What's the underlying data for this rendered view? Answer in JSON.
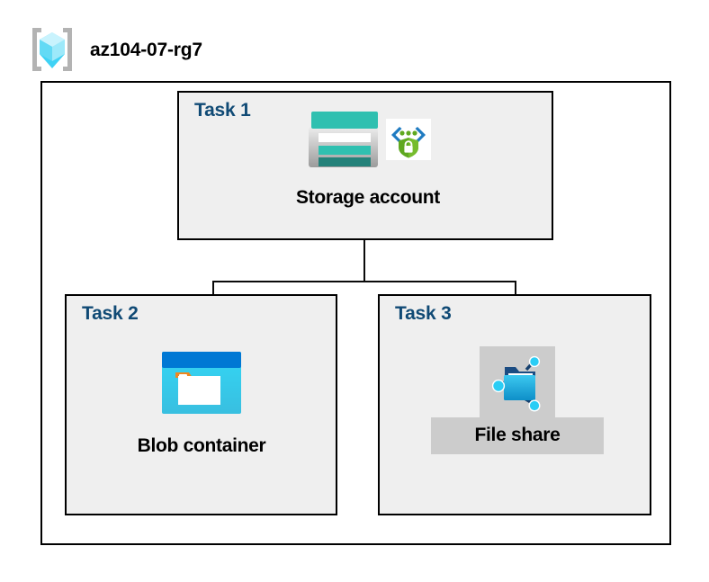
{
  "header": {
    "icon": "resource-group-icon",
    "title": "az104-07-rg7"
  },
  "colors": {
    "task_label": "#104A75",
    "box_fill": "#EFEFEF",
    "box_border": "#000000",
    "highlight": "#CCCCCC",
    "connector": "#0A0A0A",
    "storage_teal": "#2FC0B0",
    "storage_teal_dark": "#24827A",
    "blob_blue": "#0078D4",
    "blob_cyan": "#32D4F0",
    "blob_orange": "#F0871E",
    "fileshare_blue": "#32BDEB",
    "fileshare_node": "#2ACDF5",
    "shield_green": "#5FA820",
    "bracket_blue": "#1F7BC1",
    "cube_cyan": "#36D6F7",
    "cube_light": "#A9ECFB",
    "cube_bracket": "#B3B3B3"
  },
  "tasks": [
    {
      "id": "task-1",
      "label": "Task 1",
      "node": {
        "caption": "Storage account",
        "icons": [
          "storage-account-icon",
          "secure-endpoint-icon"
        ],
        "highlighted": false
      }
    },
    {
      "id": "task-2",
      "label": "Task 2",
      "node": {
        "caption": "Blob container",
        "icons": [
          "blob-container-icon"
        ],
        "highlighted": false
      }
    },
    {
      "id": "task-3",
      "label": "Task 3",
      "node": {
        "caption": "File share",
        "icons": [
          "file-share-icon"
        ],
        "highlighted": true
      }
    }
  ],
  "connectors": [
    {
      "name": "storage-to-bus",
      "from": "Storage account",
      "to": "branch-bus"
    },
    {
      "name": "bus-to-blob",
      "from": "branch-bus",
      "to": "Blob container"
    },
    {
      "name": "bus-to-file-share",
      "from": "branch-bus",
      "to": "File share"
    }
  ]
}
